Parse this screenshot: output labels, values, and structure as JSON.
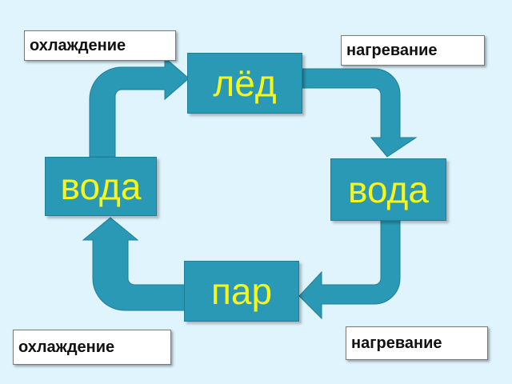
{
  "states": {
    "top": "лёд",
    "left": "вода",
    "right": "вода",
    "bottom": "пар"
  },
  "labels": {
    "top_left": "охлаждение",
    "top_right": "нагревание",
    "bottom_left": "охлаждение",
    "bottom_right": "нагревание"
  },
  "colors": {
    "background": "#dff4fc",
    "box_fill": "#2a99b5",
    "box_text": "#f6f51c",
    "arrow_fill": "#2a99b5"
  }
}
